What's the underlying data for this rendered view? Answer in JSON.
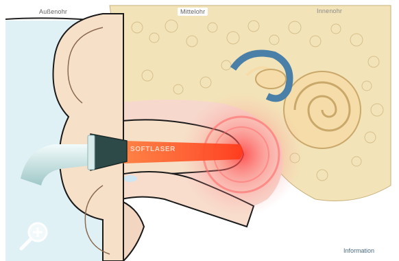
{
  "labels": {
    "outer_ear": "Außenohr",
    "middle_ear": "Mittelohr",
    "inner_ear": "Innenohr"
  },
  "laser": {
    "text": "SOFTLASER"
  },
  "footer": {
    "info_link": "Information"
  },
  "icons": {
    "zoom": "zoom-in-icon"
  },
  "colors": {
    "skin": "#f6e0c8",
    "skin_outline": "#1a1a1a",
    "background_blue": "#dff0f4",
    "bone": "#f1dfae",
    "laser": "#ff5a2a",
    "labyrinth_blue": "#4a7fa8"
  }
}
